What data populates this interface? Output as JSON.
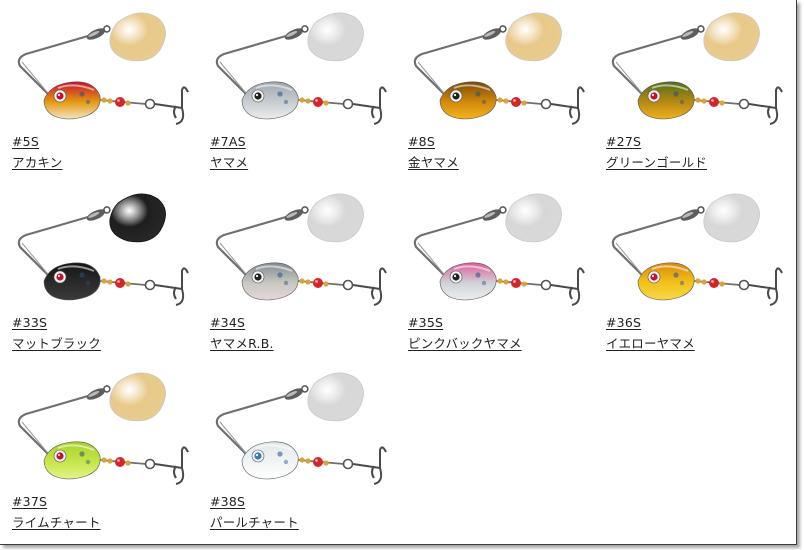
{
  "colors": {
    "wire": "#6f6f6f",
    "gold_blade": "#e8c98a",
    "silver_blade": "#d7d7d7",
    "black_blade": "#1e1e1e",
    "bead_gold": "#d7a53a",
    "bead_red": "#d2262a",
    "hook": "#4a4a4a"
  },
  "items": [
    {
      "code": "#5S",
      "name": "アカキン",
      "blade": "gold",
      "body": [
        "#c8102e",
        "#e39c13",
        "#f3e3c4"
      ],
      "eye": "#c8102e"
    },
    {
      "code": "#7AS",
      "name": "ヤマメ",
      "blade": "silver",
      "body": [
        "#9ea6ad",
        "#c7cdd2",
        "#ececec"
      ],
      "eye": "#222"
    },
    {
      "code": "#8S",
      "name": "金ヤマメ",
      "blade": "gold",
      "body": [
        "#7a4a05",
        "#d38a0c",
        "#f2b31e"
      ],
      "eye": "#222"
    },
    {
      "code": "#27S",
      "name": "グリーンゴールド",
      "blade": "gold",
      "body": [
        "#4f6e1a",
        "#b78a14",
        "#f0b11c"
      ],
      "eye": "#c8102e"
    },
    {
      "code": "#33S",
      "name": "マットブラック",
      "blade": "black",
      "body": [
        "#141414",
        "#2b2b2b",
        "#3a3a3a"
      ],
      "eye": "#c8102e"
    },
    {
      "code": "#34S",
      "name": "ヤマメR.B.",
      "blade": "silver",
      "body": [
        "#7f8b95",
        "#c9c9c0",
        "#e7d5dc"
      ],
      "eye": "#222"
    },
    {
      "code": "#35S",
      "name": "ピンクバックヤマメ",
      "blade": "silver",
      "body": [
        "#e05c9a",
        "#cfd3d8",
        "#eeeeee"
      ],
      "eye": "#222"
    },
    {
      "code": "#36S",
      "name": "イエローヤマメ",
      "blade": "silver",
      "body": [
        "#d98a0a",
        "#f3c21a",
        "#f7d84a"
      ],
      "eye": "#c8102e"
    },
    {
      "code": "#37S",
      "name": "ライムチャート",
      "blade": "gold",
      "body": [
        "#a8d12c",
        "#c6e64a",
        "#e2f38c"
      ],
      "eye": "#c8102e"
    },
    {
      "code": "#38S",
      "name": "パールチャート",
      "blade": "silver",
      "body": [
        "#e3e8ea",
        "#f1f4f5",
        "#ffffff"
      ],
      "eye": "#3d79b8"
    }
  ]
}
